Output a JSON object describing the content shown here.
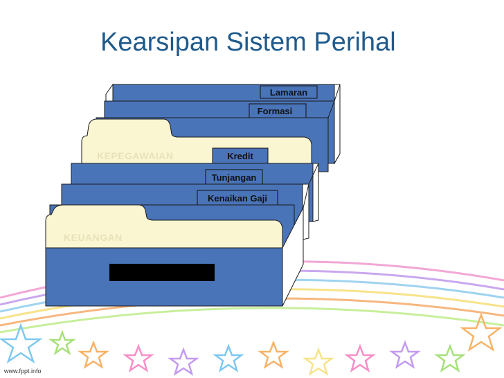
{
  "title": "Kearsipan Sistem Perihal",
  "tabs": [
    "Lamaran",
    "Formasi",
    "Kredit",
    "Tunjangan",
    "Kenaikan Gaji"
  ],
  "folders": [
    "KEPEGAWAIAN",
    "KEUANGAN"
  ],
  "footer": "www.fppt.info",
  "colors": {
    "title": "#1f5a8c",
    "guide_card": "#4a74b8",
    "folder": "#fbf6d2",
    "tab": "#4a74b8"
  }
}
